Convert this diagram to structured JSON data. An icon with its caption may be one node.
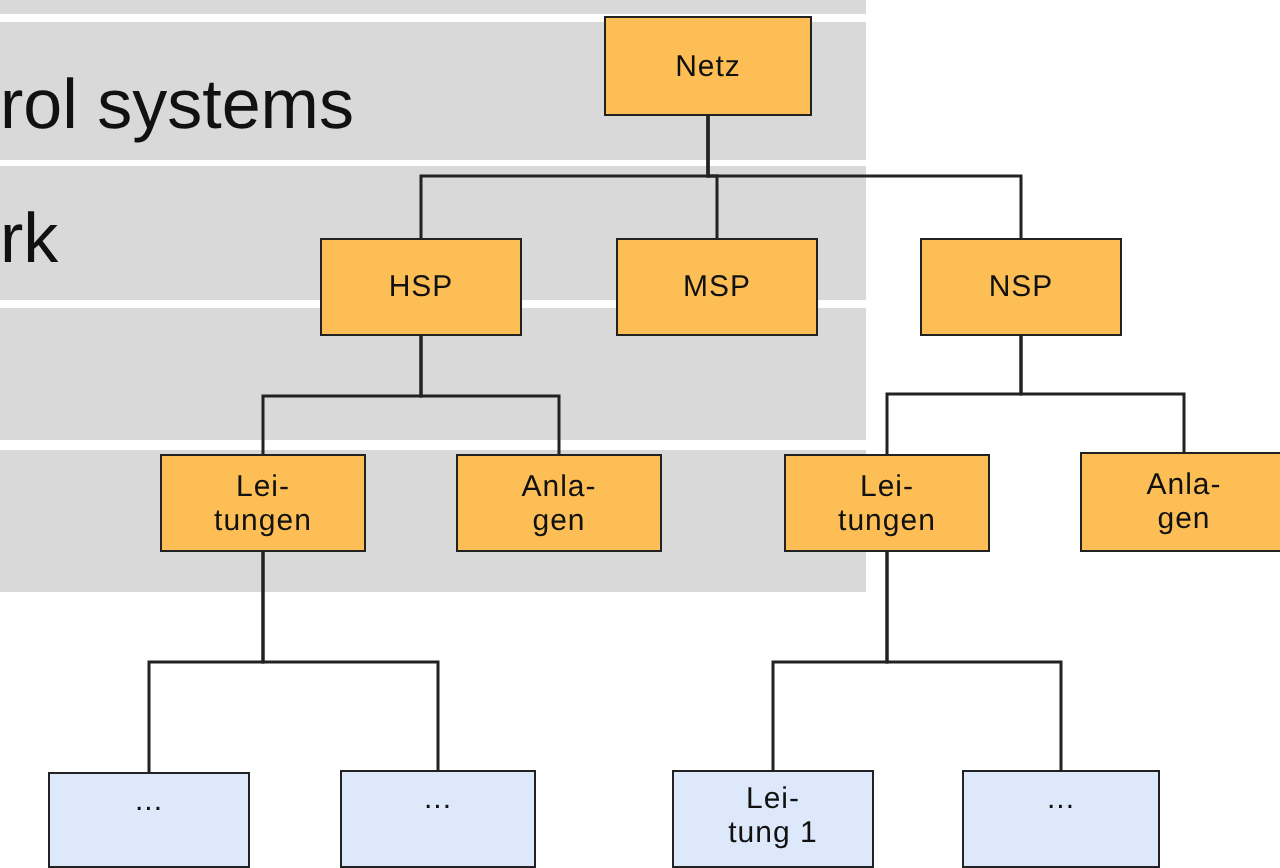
{
  "diagram": {
    "nodes": [
      {
        "text": [
          "Netz"
        ]
      },
      {
        "text": [
          "HSP"
        ]
      },
      {
        "text": [
          "MSP"
        ]
      },
      {
        "text": [
          "NSP"
        ]
      },
      {
        "text": [
          "Lei- tungen"
        ]
      },
      {
        "text": [
          "Anla- gen"
        ]
      },
      {
        "text": [
          "Lei- tungen"
        ]
      },
      {
        "text": [
          "Anla- gen"
        ]
      },
      {
        "text": [
          "..."
        ]
      },
      {
        "text": [
          "..."
        ]
      },
      {
        "text": [
          "Lei- tung 1"
        ]
      },
      {
        "text": [
          "..."
        ]
      }
    ],
    "edges": [
      {
        "from": 0,
        "to": 1,
        "arrow": "none"
      },
      {
        "from": 0,
        "to": 2,
        "arrow": "none"
      },
      {
        "from": 0,
        "to": 3,
        "arrow": "none"
      },
      {
        "from": 1,
        "to": 4,
        "arrow": "none"
      },
      {
        "from": 1,
        "to": 5,
        "arrow": "none"
      },
      {
        "from": 3,
        "to": 6,
        "arrow": "none"
      },
      {
        "from": 3,
        "to": 7,
        "arrow": "none"
      },
      {
        "from": 4,
        "to": 8,
        "arrow": "none"
      },
      {
        "from": 4,
        "to": 9,
        "arrow": "none"
      },
      {
        "from": 6,
        "to": 10,
        "arrow": "none"
      },
      {
        "from": 6,
        "to": 11,
        "arrow": "none"
      }
    ],
    "labels": [
      "rol systems",
      "rk"
    ]
  }
}
